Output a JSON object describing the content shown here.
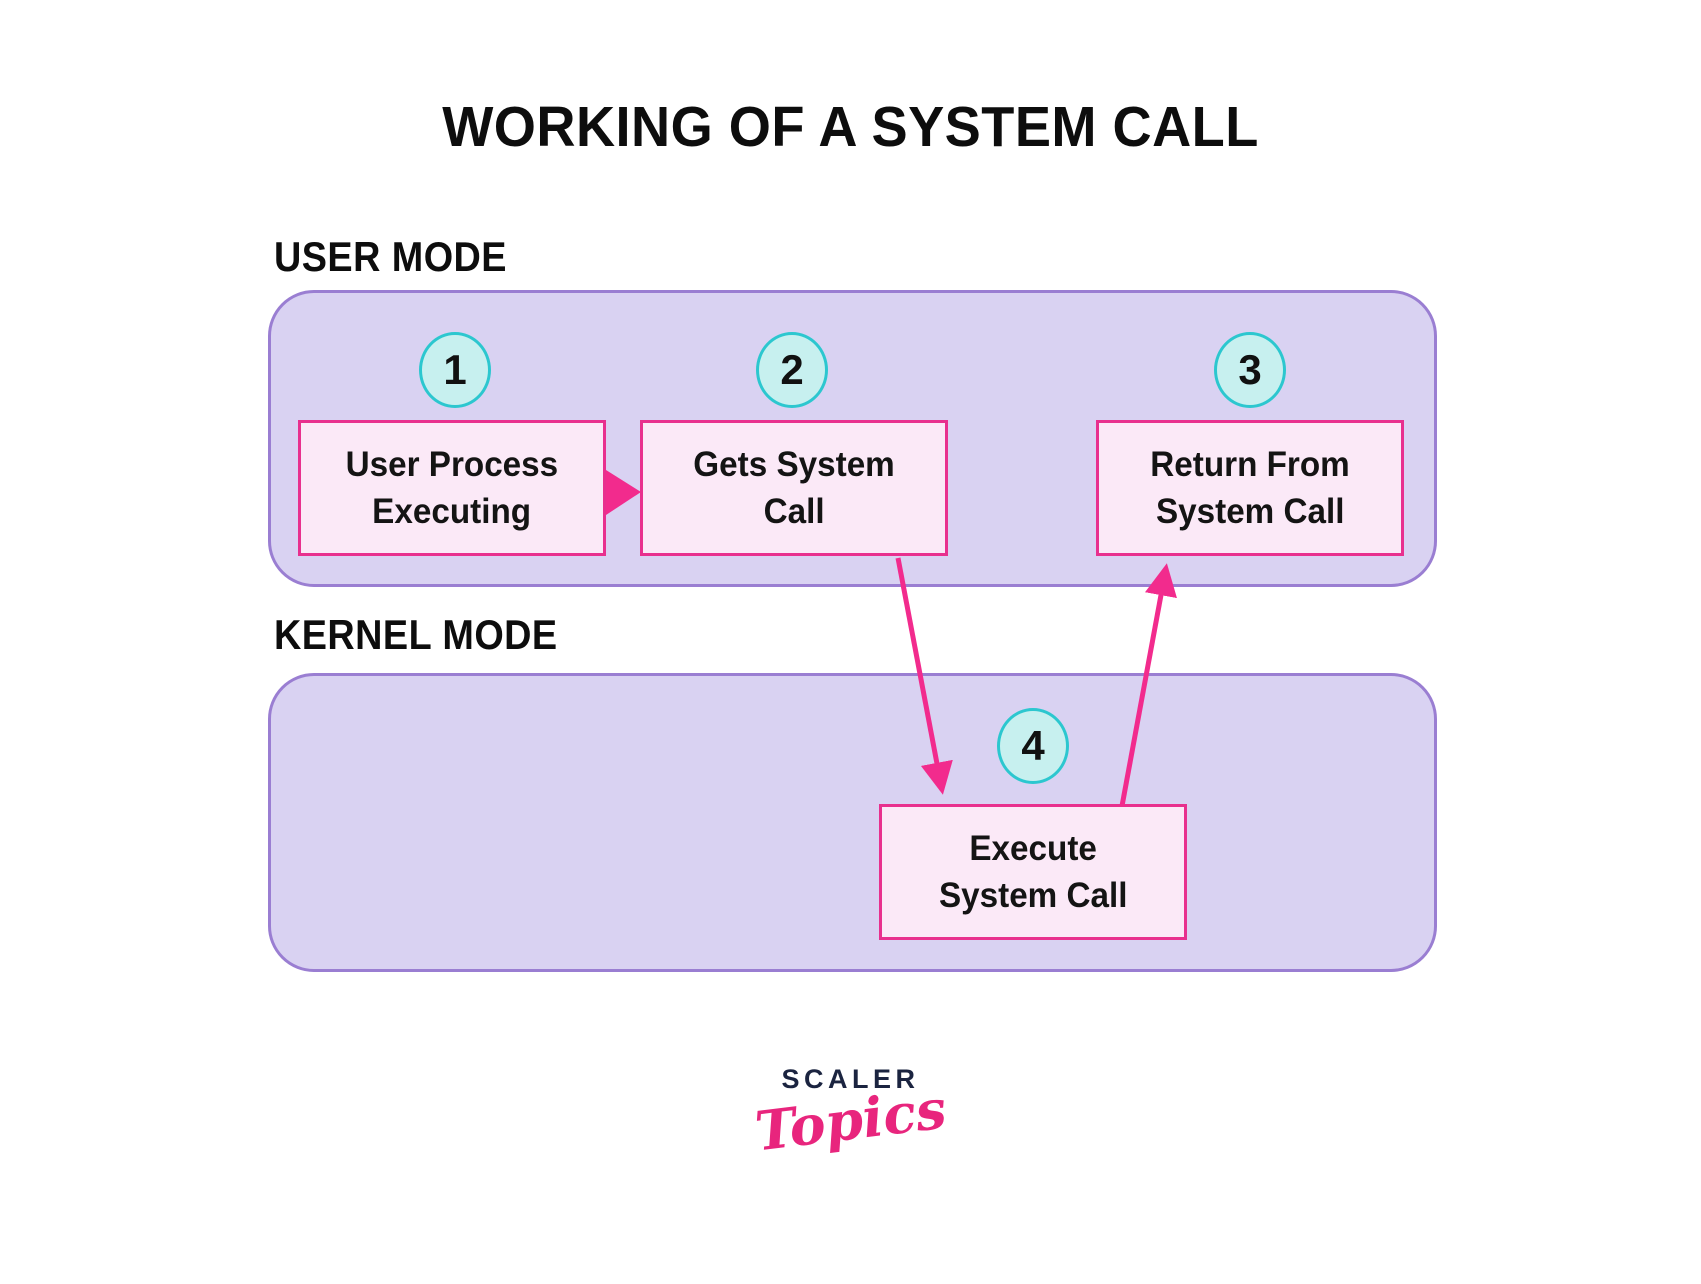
{
  "title": "WORKING OF A SYSTEM CALL",
  "sections": {
    "user_mode": {
      "label": "USER MODE"
    },
    "kernel_mode": {
      "label": "KERNEL MODE"
    }
  },
  "steps": [
    {
      "number": "1",
      "mode": "user",
      "label": "User Process Executing",
      "lines": [
        "User Process",
        "Executing"
      ]
    },
    {
      "number": "2",
      "mode": "user",
      "label": "Gets System Call",
      "lines": [
        "Gets System",
        "Call"
      ]
    },
    {
      "number": "3",
      "mode": "user",
      "label": "Return From System Call",
      "lines": [
        "Return From",
        "System Call"
      ]
    },
    {
      "number": "4",
      "mode": "kernel",
      "label": "Execute System Call",
      "lines": [
        "Execute",
        "System Call"
      ]
    }
  ],
  "arrows": [
    {
      "from": "User Process Executing",
      "to": "Gets System Call"
    },
    {
      "from": "Gets System Call",
      "to": "Execute System Call"
    },
    {
      "from": "Execute System Call",
      "to": "Return From System Call"
    }
  ],
  "logo": {
    "brand": "SCALER",
    "sub": "Topics"
  },
  "colors": {
    "container_fill": "#d9d2f2",
    "container_border": "#9a7ed2",
    "box_fill": "#fbe9f7",
    "box_border": "#e8308e",
    "circle_fill": "#c7f0ef",
    "circle_border": "#2cc7cf",
    "arrow": "#f22b8d",
    "text": "#0d0d0d",
    "logo_navy": "#1b2440",
    "logo_pink": "#e8257d"
  }
}
